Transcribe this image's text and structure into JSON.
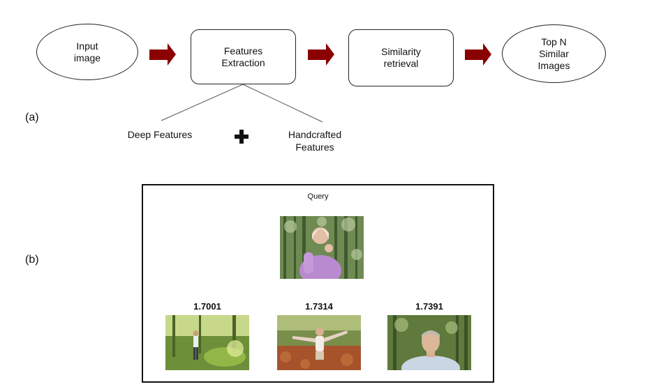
{
  "part_a": {
    "label": "(a)",
    "nodes": {
      "input": "Input\nimage",
      "features": "Features\nExtraction",
      "similarity": "Similarity\nretrieval",
      "output": "Top N\nSimilar\nImages"
    },
    "deep_features": "Deep Features",
    "handcrafted_features": "Handcrafted\nFeatures",
    "arrow_color": "#8b0000"
  },
  "part_b": {
    "label": "(b)",
    "query_title": "Query",
    "results": [
      {
        "score": "1.7001",
        "subject": "woman walking in sunlit forest"
      },
      {
        "score": "1.7314",
        "subject": "woman with arms open in field"
      },
      {
        "score": "1.7391",
        "subject": "man outdoors in trees"
      }
    ]
  }
}
